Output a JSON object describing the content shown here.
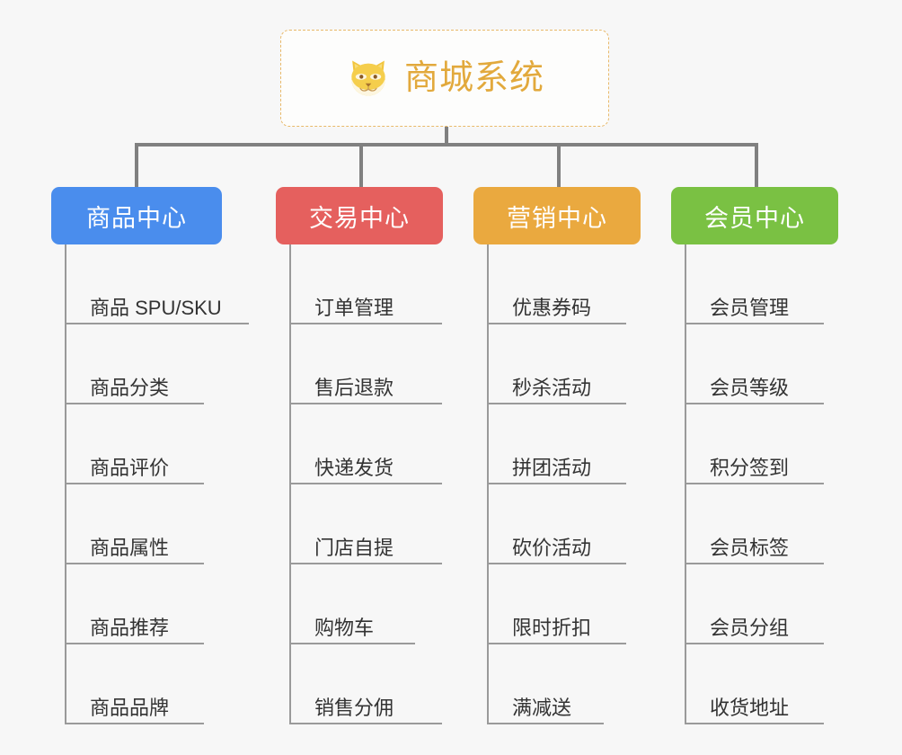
{
  "root": {
    "title": "商城系统",
    "icon": "shiba-dog-icon",
    "border_color": "#e8b96a",
    "text_color": "#e2a93c",
    "background": "#fdfdfc"
  },
  "canvas": {
    "background": "#f7f7f7",
    "connector_color": "#808080",
    "branch_line_color": "#9a9a9a",
    "leaf_text_color": "#333333"
  },
  "branches": [
    {
      "label": "商品中心",
      "color": "#4a8ded",
      "items": [
        "商品 SPU/SKU",
        "商品分类",
        "商品评价",
        "商品属性",
        "商品推荐",
        "商品品牌"
      ]
    },
    {
      "label": "交易中心",
      "color": "#e5605e",
      "items": [
        "订单管理",
        "售后退款",
        "快递发货",
        "门店自提",
        "购物车",
        "销售分佣"
      ]
    },
    {
      "label": "营销中心",
      "color": "#eaa93f",
      "items": [
        "优惠券码",
        "秒杀活动",
        "拼团活动",
        "砍价活动",
        "限时折扣",
        "满减送"
      ]
    },
    {
      "label": "会员中心",
      "color": "#7ac143",
      "items": [
        "会员管理",
        "会员等级",
        "积分签到",
        "会员标签",
        "会员分组",
        "收货地址"
      ]
    }
  ]
}
